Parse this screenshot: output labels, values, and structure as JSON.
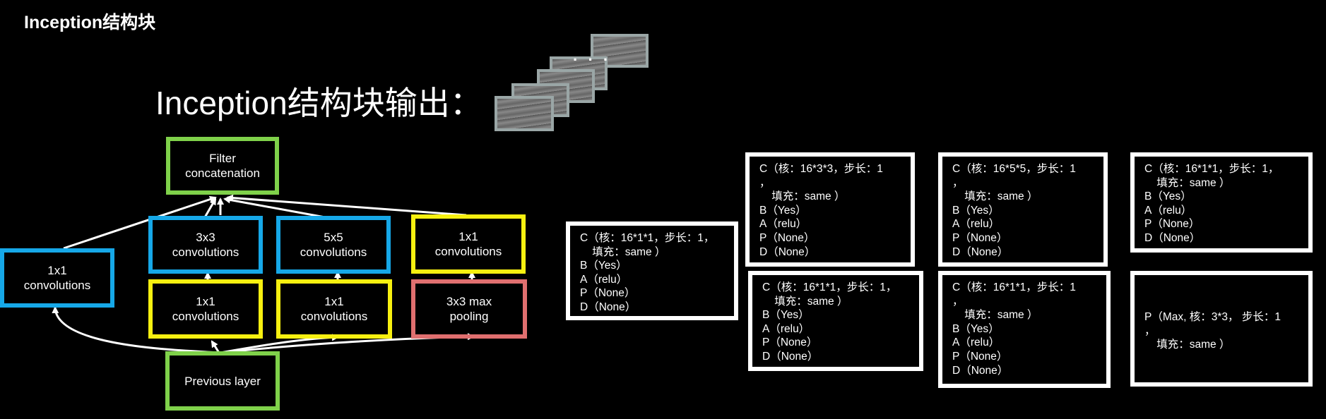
{
  "page_title": "Inception结构块",
  "subtitle": "Inception结构块输出：",
  "ellipsis": "· · ·",
  "diagram": {
    "filter_concat": "Filter\nconcatenation",
    "conv1x1_left": "1x1\nconvolutions",
    "conv3x3": "3x3\nconvolutions",
    "conv5x5": "5x5\nconvolutions",
    "conv1x1_right": "1x1\nconvolutions",
    "conv1x1_mid_a": "1x1\nconvolutions",
    "conv1x1_mid_b": "1x1\nconvolutions",
    "maxpool": "3x3 max\npooling",
    "previous_layer": "Previous layer"
  },
  "colors": {
    "blue": "#16a8e8",
    "yellow": "#f7f010",
    "green": "#7fd14a",
    "red": "#e06f6f",
    "background": "#000000"
  },
  "cards": {
    "branch1": [
      "C（核：16*1*1，步长：1，",
      "    填充：same ）",
      "B（Yes）",
      "A（relu）",
      "P（None）",
      "D（None）"
    ],
    "branch2_top": [
      "C（核：16*3*3，步长：1",
      "，",
      "    填充：same ）",
      "B（Yes）",
      "A（relu）",
      "P（None）",
      "D（None）"
    ],
    "branch2_bottom": [
      "C（核：16*1*1，步长：1，",
      "    填充：same ）",
      "B（Yes）",
      "A（relu）",
      "P（None）",
      "D（None）"
    ],
    "branch3_top": [
      "C（核：16*5*5，步长：1",
      "，",
      "    填充：same ）",
      "B（Yes）",
      "A（relu）",
      "P（None）",
      "D（None）"
    ],
    "branch3_bottom": [
      "C（核：16*1*1，步长：1",
      "，",
      "    填充：same ）",
      "B（Yes）",
      "A（relu）",
      "P（None）",
      "D（None）"
    ],
    "branch4_top": [
      "C（核：16*1*1，步长：1，",
      "    填充：same ）",
      "B（Yes）",
      "A（relu）",
      "P（None）",
      "D（None）"
    ],
    "branch4_bottom": [
      "P（Max, 核：3*3， 步长：1",
      "，",
      "    填充：same ）"
    ]
  }
}
